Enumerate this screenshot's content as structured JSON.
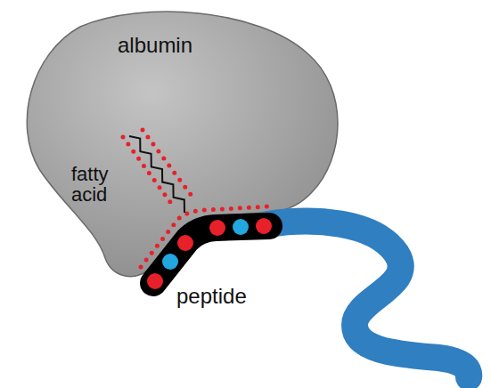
{
  "diagram": {
    "nodes": [
      {
        "text": [
          "albumin"
        ]
      }
    ],
    "labels": [
      "fatty acid",
      "peptide"
    ]
  }
}
